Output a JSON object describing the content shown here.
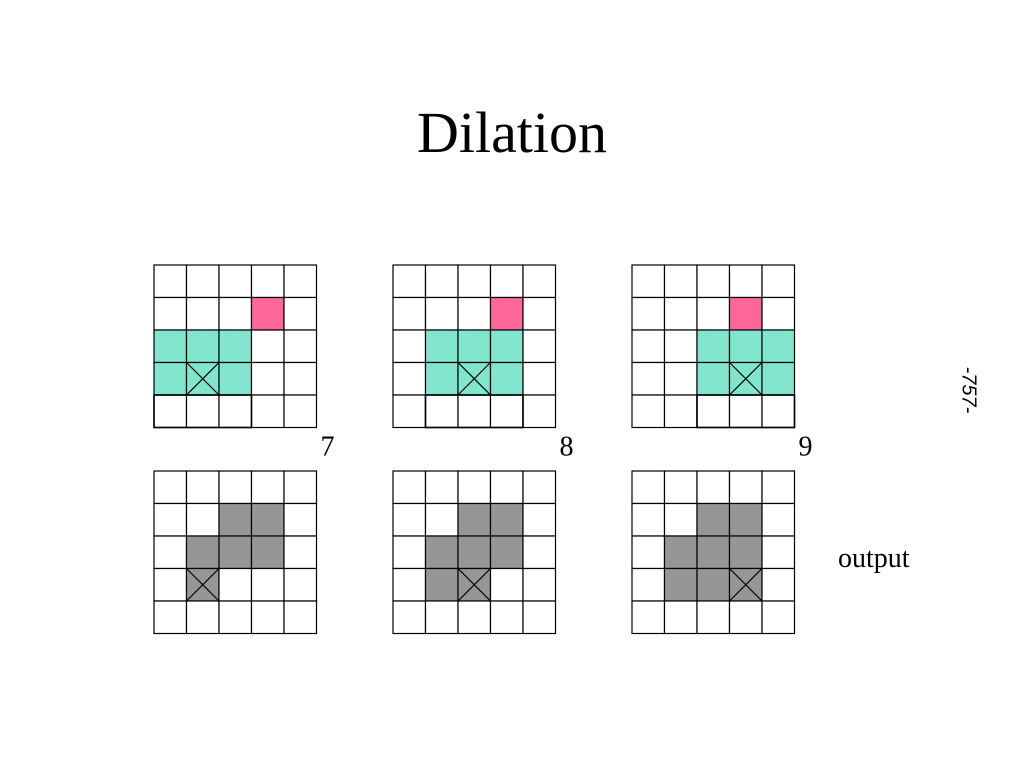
{
  "title": "Dilation",
  "page_number": "-757-",
  "output_label": "output",
  "colors": {
    "structuring_element": "#80e5cc",
    "overlap": "#7a9c9c",
    "input_pixel": "#ff6699",
    "output_pixel": "#969696",
    "grid_line": "#000000",
    "background": "#ffffff"
  },
  "grid_size": 5,
  "input_pixel": [
    1,
    3
  ],
  "steps": [
    {
      "label": "7",
      "origin": [
        3,
        1
      ],
      "element_cells": [
        [
          2,
          0
        ],
        [
          2,
          1
        ],
        [
          2,
          2
        ],
        [
          3,
          0
        ],
        [
          3,
          1
        ],
        [
          3,
          2
        ]
      ],
      "output_cells": [
        [
          1,
          2
        ],
        [
          1,
          3
        ],
        [
          2,
          1
        ],
        [
          2,
          2
        ],
        [
          2,
          3
        ],
        [
          3,
          1
        ]
      ],
      "output_marker": [
        3,
        1
      ]
    },
    {
      "label": "8",
      "origin": [
        3,
        2
      ],
      "element_cells": [
        [
          2,
          1
        ],
        [
          2,
          2
        ],
        [
          2,
          3
        ],
        [
          3,
          1
        ],
        [
          3,
          2
        ],
        [
          3,
          3
        ]
      ],
      "output_cells": [
        [
          1,
          2
        ],
        [
          1,
          3
        ],
        [
          2,
          1
        ],
        [
          2,
          2
        ],
        [
          2,
          3
        ],
        [
          3,
          1
        ],
        [
          3,
          2
        ]
      ],
      "output_marker": [
        3,
        2
      ]
    },
    {
      "label": "9",
      "origin": [
        3,
        3
      ],
      "element_cells": [
        [
          2,
          2
        ],
        [
          2,
          3
        ],
        [
          2,
          4
        ],
        [
          3,
          2
        ],
        [
          3,
          3
        ],
        [
          3,
          4
        ]
      ],
      "output_cells": [
        [
          1,
          2
        ],
        [
          1,
          3
        ],
        [
          2,
          1
        ],
        [
          2,
          2
        ],
        [
          2,
          3
        ],
        [
          3,
          1
        ],
        [
          3,
          2
        ],
        [
          3,
          3
        ]
      ],
      "output_marker": [
        3,
        3
      ]
    }
  ]
}
